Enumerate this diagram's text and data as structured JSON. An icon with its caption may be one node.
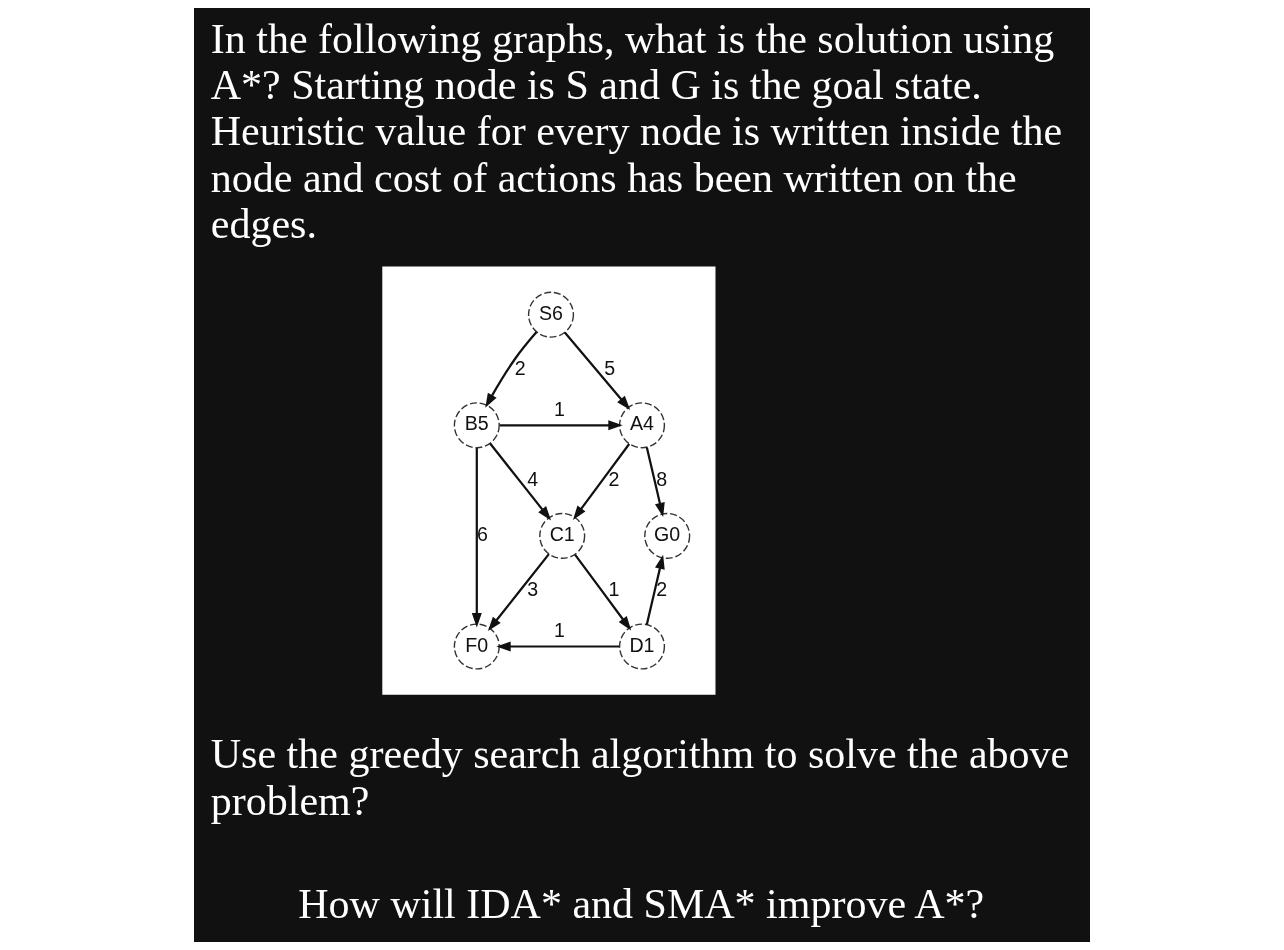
{
  "diagram": {
    "title": "In the following graphs, what is the solution using A*? Starting node is S and G is the goal state. Heuristic value for every node is written inside the node and cost of actions has been written on the edges.",
    "nodes": [
      {
        "text": [],
        "shape": "box"
      },
      {
        "text": [
          "S6"
        ],
        "in": 0
      },
      {
        "text": [
          "A4"
        ],
        "in": 0
      },
      {
        "text": [
          "B5"
        ],
        "in": 0
      },
      {
        "text": [
          "G0"
        ],
        "in": 0
      },
      {
        "text": [
          "C1"
        ],
        "in": 0
      },
      {
        "text": [
          "D1"
        ],
        "in": 0
      },
      {
        "text": [
          "F0"
        ],
        "in": 0
      }
    ],
    "edges": [
      {
        "from": 1,
        "to": 2,
        "arrow": "to",
        "label": "5"
      },
      {
        "from": 1,
        "to": 3,
        "arrow": "to",
        "label": "2"
      },
      {
        "from": 3,
        "to": 2,
        "arrow": "to",
        "label": "1"
      },
      {
        "from": 2,
        "to": 4,
        "arrow": "to",
        "label": "8"
      },
      {
        "from": 2,
        "to": 5,
        "arrow": "to",
        "label": "2"
      },
      {
        "from": 3,
        "to": 5,
        "arrow": "to",
        "label": "4"
      },
      {
        "from": 3,
        "to": 7,
        "arrow": "to",
        "label": "6"
      },
      {
        "from": 5,
        "to": 6,
        "arrow": "to",
        "label": "1"
      },
      {
        "from": 5,
        "to": 7,
        "arrow": "to",
        "label": "3"
      },
      {
        "from": 6,
        "to": 4,
        "arrow": "to",
        "label": "2"
      },
      {
        "from": 6,
        "to": 7,
        "arrow": "to",
        "label": "1"
      }
    ],
    "labels": [
      "Use the greedy search algorithm to solve the above problem?",
      "How will IDA* and SMA* improve A*?"
    ]
  }
}
